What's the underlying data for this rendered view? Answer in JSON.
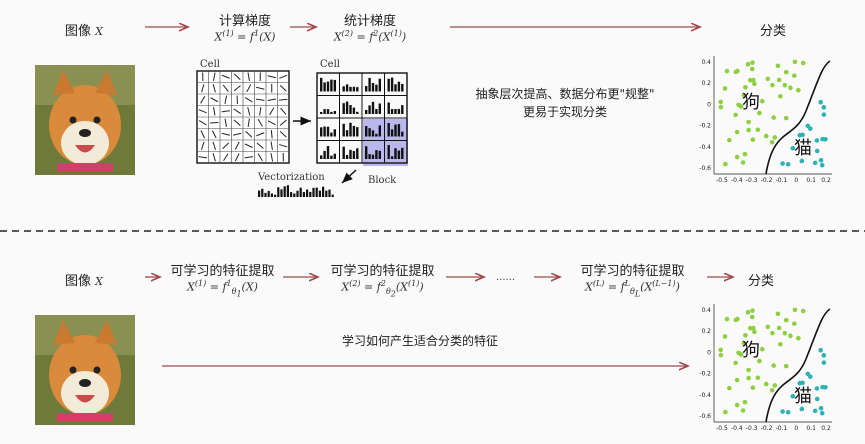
{
  "top": {
    "input_label": "图像",
    "input_var": "X",
    "stage1_title": "计算梯度",
    "stage1_formula": "X(1) = f1(X)",
    "stage2_title": "统计梯度",
    "stage2_formula": "X(2) = f2(X(1))",
    "cell_label_1": "Cell",
    "cell_label_2": "Cell",
    "vectorization_label": "Vectorization",
    "block_label": "Block",
    "note_line1": "抽象层次提高、数据分布更\"规整\"",
    "note_line2": "更易于实现分类",
    "output_label": "分类"
  },
  "bottom": {
    "input_label": "图像",
    "input_var": "X",
    "stage1_title": "可学习的特征提取",
    "stage2_title": "可学习的特征提取",
    "ellipsis": "......",
    "stageL_title": "可学习的特征提取",
    "output_label": "分类",
    "note": "学习如何产生适合分类的特征"
  },
  "scatter": {
    "class_a_label": "狗",
    "class_b_label": "猫",
    "x_ticks": [
      "-0.5",
      "-0.4",
      "-0.3",
      "-0.2",
      "-0.1",
      "0",
      "0.1",
      "0.2"
    ],
    "y_ticks": [
      "0.4",
      "0.2",
      "0",
      "-0.2",
      "-0.4",
      "-0.6"
    ],
    "class_a_color": "#8ccf3f",
    "class_b_color": "#2bb3b8",
    "boundary_color": "#111111"
  },
  "colors": {
    "arrow": "#9c4a4a",
    "divider": "#222222",
    "block_fill": "#b9b8ee"
  }
}
